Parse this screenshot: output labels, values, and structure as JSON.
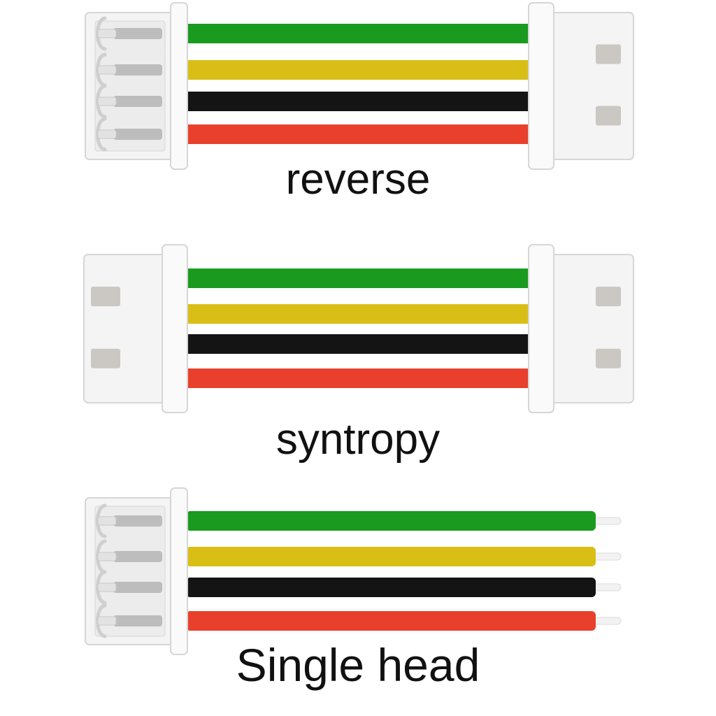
{
  "diagrams": [
    {
      "id": "reverse",
      "label": "reverse",
      "left_connector": "pin-side",
      "right_connector": "housing-side",
      "end": "connector"
    },
    {
      "id": "syntropy",
      "label": "syntropy",
      "left_connector": "housing-side",
      "right_connector": "housing-side",
      "end": "connector"
    },
    {
      "id": "single",
      "label": "Single head",
      "left_connector": "pin-side",
      "right_connector": "none",
      "end": "bare-tinned"
    }
  ],
  "wires": [
    {
      "name": "green",
      "color": "#1a9a1e"
    },
    {
      "name": "yellow",
      "color": "#d9be16"
    },
    {
      "name": "black",
      "color": "#141414"
    },
    {
      "name": "red",
      "color": "#e8402c"
    }
  ],
  "colors": {
    "housing": "#f4f4f4",
    "housing_edge": "#d6d6d6",
    "window": "#cbc7c3",
    "pin": "#bdbdbd",
    "tip": "#f2f2f2"
  }
}
